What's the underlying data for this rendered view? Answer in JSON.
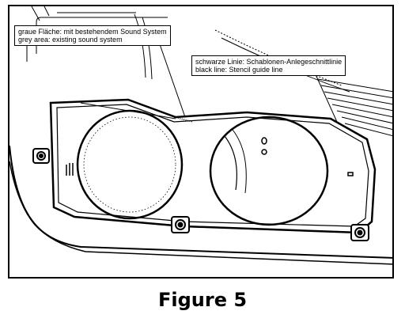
{
  "caption": "Figure 5",
  "callouts": {
    "grey_area": {
      "german": "graue Fläche: mit bestehendem Sound System",
      "english": "grey area: existing sound system"
    },
    "black_line": {
      "german": "schwarze Linie: Schablonen-Anlegeschnittlinie",
      "english": "black line: Stencil guide line"
    }
  }
}
